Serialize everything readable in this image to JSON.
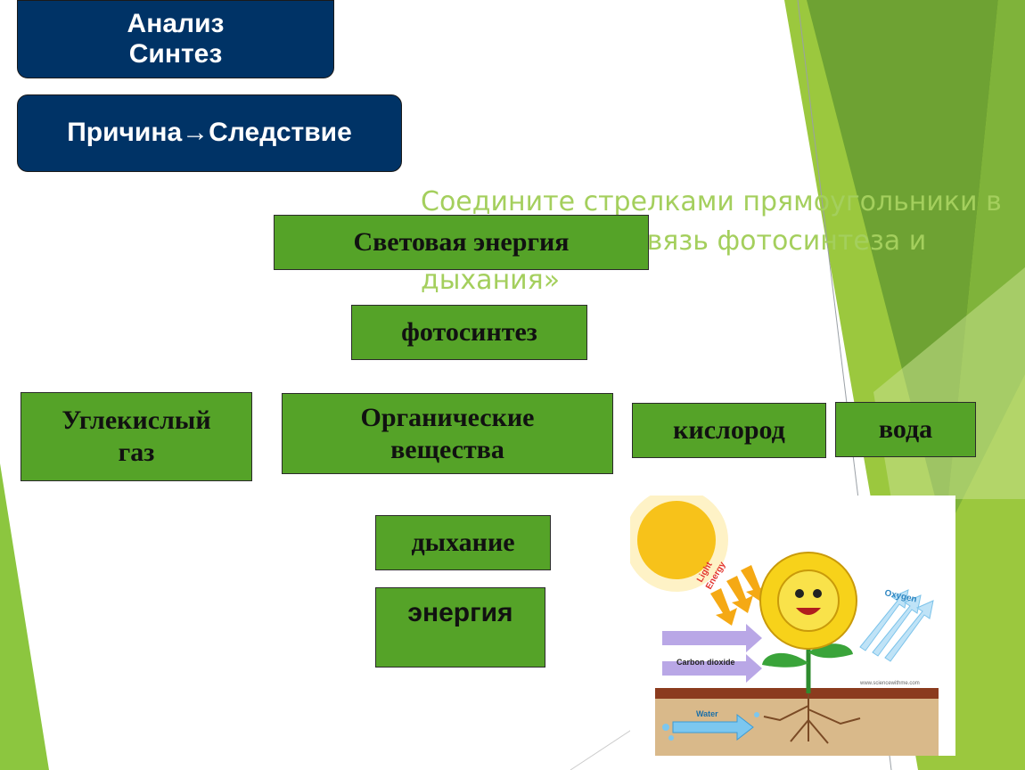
{
  "slide": {
    "top_box": {
      "line1": "Анализ",
      "line2": "Синтез"
    },
    "cause_box": {
      "label": "Причина→Следствие"
    },
    "task_text": "Соедините стрелками прямоугольники в схеме «Взаимосвязь фотосинтеза и дыхания»",
    "boxes": {
      "light_energy": "Световая энергия",
      "photosynthesis": "фотосинтез",
      "co2_line1": "Углекислый",
      "co2_line2": "газ",
      "organic_line1": "Органические",
      "organic_line2": "вещества",
      "oxygen": "кислород",
      "water": "вода",
      "respiration": "дыхание",
      "energy": "энергия"
    },
    "illustration": {
      "light_energy_line1": "Light",
      "light_energy_line2": "Energy",
      "oxygen": "Oxygen",
      "carbon_dioxide": "Carbon dioxide",
      "water": "Water",
      "site": "www.sciencewithme.com"
    }
  },
  "colors": {
    "dark_box": "#003366",
    "green_box": "#55a328",
    "task_text": "#a4cf5d",
    "bg_green_light": "#9bc83e",
    "bg_green_dark": "#6ea233"
  }
}
